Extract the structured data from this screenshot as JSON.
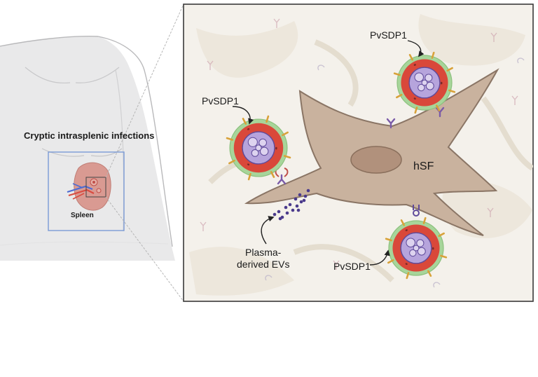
{
  "labels": {
    "cryptic": "Cryptic intrasplenic infections",
    "spleen": "Spleen",
    "pvsdp1_top": "PvSDP1",
    "pvsdp1_left": "PvSDP1",
    "pvsdp1_bottom": "PvSDP1",
    "hsf": "hSF",
    "evs_line1": "Plasma-",
    "evs_line2": "derived EVs"
  },
  "colors": {
    "body_fill": "#e9e9ea",
    "body_stroke": "#b9b9bb",
    "inset_border": "#3a3a3a",
    "inset_bg": "#f4f1eb",
    "spleen": "#d99a92",
    "zoom_box": "#7a9ad6",
    "fibroblast": "#c9b29e",
    "fibroblast_stroke": "#8a7565",
    "nucleus": "#b1917c",
    "rbc_outer": "#a7d59a",
    "rbc_red": "#d9483a",
    "parasite": "#b6a4dc",
    "parasite_stroke": "#5f4a9a",
    "ev_dots": "#4a3a8c",
    "receptor": "#7a5aa8",
    "knob": "#d8a23a"
  },
  "icons": {
    "background_cells": "faint-fibroblast-background",
    "receptor": "y-shaped-receptor-icon",
    "arrow": "curved-arrow-icon"
  }
}
